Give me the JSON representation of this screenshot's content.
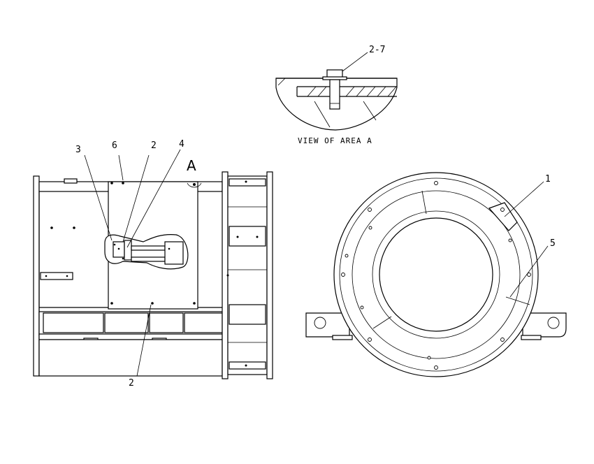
{
  "detail": {
    "callout": "2-7",
    "caption": "VIEW OF AREA A"
  },
  "side_view": {
    "area_marker": "A",
    "callouts": {
      "c3": "3",
      "c6": "6",
      "c2_top": "2",
      "c4": "4",
      "c2_bottom": "2"
    }
  },
  "end_view": {
    "callouts": {
      "c1": "1",
      "c5": "5"
    }
  }
}
